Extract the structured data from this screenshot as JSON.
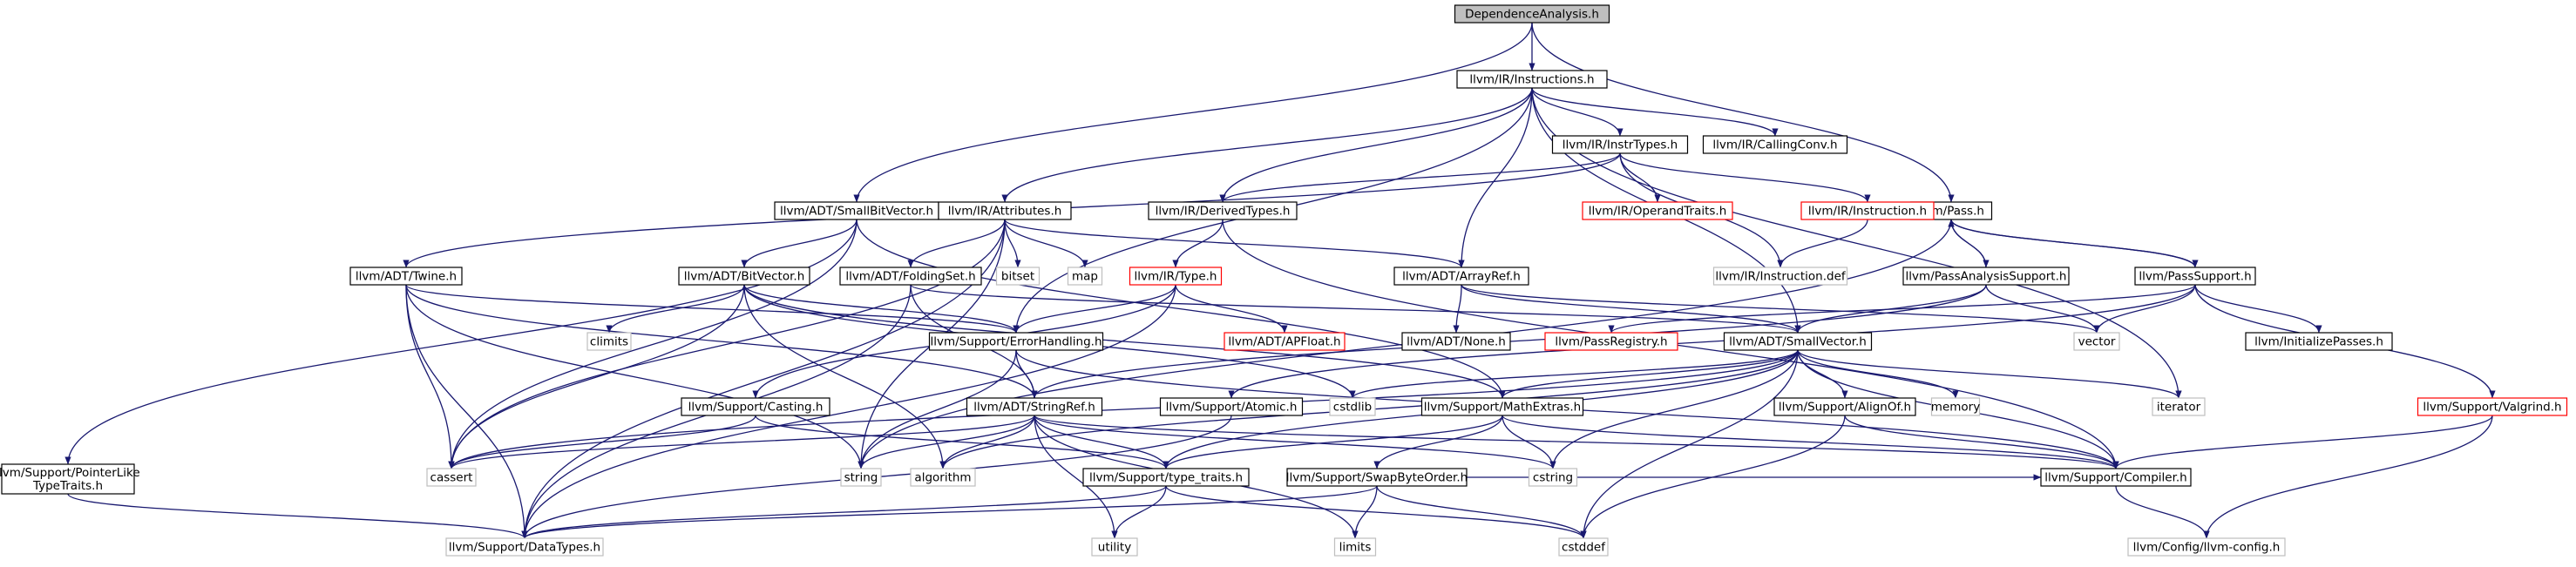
{
  "colors": {
    "edge": "#191970",
    "border_normal": "#000000",
    "border_system": "#bfbfbf",
    "border_truncated": "#ff0000",
    "fill_root": "#bfbfbf",
    "fill_default": "#ffffff",
    "text": "#000000",
    "text_system": "#7f7f7f"
  },
  "nodes": [
    {
      "id": "dep",
      "label": "DependenceAnalysis.h",
      "style": "root"
    },
    {
      "id": "instructions",
      "label": "llvm/IR/Instructions.h",
      "style": "normal"
    },
    {
      "id": "smallbitvector",
      "label": "llvm/ADT/SmallBitVector.h",
      "style": "normal"
    },
    {
      "id": "pass",
      "label": "llvm/Pass.h",
      "style": "normal"
    },
    {
      "id": "instrtypes",
      "label": "llvm/IR/InstrTypes.h",
      "style": "normal"
    },
    {
      "id": "callingconv",
      "label": "llvm/IR/CallingConv.h",
      "style": "normal"
    },
    {
      "id": "attributes",
      "label": "llvm/IR/Attributes.h",
      "style": "normal"
    },
    {
      "id": "derivedtypes",
      "label": "llvm/IR/DerivedTypes.h",
      "style": "normal"
    },
    {
      "id": "operandtraits",
      "label": "llvm/IR/OperandTraits.h",
      "style": "truncated"
    },
    {
      "id": "instruction",
      "label": "llvm/IR/Instruction.h",
      "style": "truncated"
    },
    {
      "id": "twine",
      "label": "llvm/ADT/Twine.h",
      "style": "normal"
    },
    {
      "id": "bitvector",
      "label": "llvm/ADT/BitVector.h",
      "style": "normal"
    },
    {
      "id": "foldingset",
      "label": "llvm/ADT/FoldingSet.h",
      "style": "normal"
    },
    {
      "id": "bitset",
      "label": "bitset",
      "style": "system"
    },
    {
      "id": "map",
      "label": "map",
      "style": "system"
    },
    {
      "id": "type",
      "label": "llvm/IR/Type.h",
      "style": "truncated"
    },
    {
      "id": "arrayref",
      "label": "llvm/ADT/ArrayRef.h",
      "style": "normal"
    },
    {
      "id": "instructiondef",
      "label": "llvm/IR/Instruction.def",
      "style": "system"
    },
    {
      "id": "passanalysis",
      "label": "llvm/PassAnalysisSupport.h",
      "style": "normal"
    },
    {
      "id": "passsupport",
      "label": "llvm/PassSupport.h",
      "style": "normal"
    },
    {
      "id": "climits",
      "label": "climits",
      "style": "system"
    },
    {
      "id": "errorhandling",
      "label": "llvm/Support/ErrorHandling.h",
      "style": "normal"
    },
    {
      "id": "apfloat",
      "label": "llvm/ADT/APFloat.h",
      "style": "truncated"
    },
    {
      "id": "none",
      "label": "llvm/ADT/None.h",
      "style": "normal"
    },
    {
      "id": "passregistry",
      "label": "llvm/PassRegistry.h",
      "style": "truncated"
    },
    {
      "id": "smallvector",
      "label": "llvm/ADT/SmallVector.h",
      "style": "normal"
    },
    {
      "id": "vector",
      "label": "vector",
      "style": "system"
    },
    {
      "id": "initializepasses",
      "label": "llvm/InitializePasses.h",
      "style": "normal"
    },
    {
      "id": "casting",
      "label": "llvm/Support/Casting.h",
      "style": "normal"
    },
    {
      "id": "stringref",
      "label": "llvm/ADT/StringRef.h",
      "style": "normal"
    },
    {
      "id": "atomic",
      "label": "llvm/Support/Atomic.h",
      "style": "normal"
    },
    {
      "id": "cstdlib",
      "label": "cstdlib",
      "style": "system"
    },
    {
      "id": "mathextras",
      "label": "llvm/Support/MathExtras.h",
      "style": "normal"
    },
    {
      "id": "alignof",
      "label": "llvm/Support/AlignOf.h",
      "style": "normal"
    },
    {
      "id": "memory",
      "label": "memory",
      "style": "system"
    },
    {
      "id": "iterator",
      "label": "iterator",
      "style": "system"
    },
    {
      "id": "valgrind",
      "label": "llvm/Support/Valgrind.h",
      "style": "truncated"
    },
    {
      "id": "pointerlike",
      "label": "llvm/Support/PointerLike\nTypeTraits.h",
      "style": "normal"
    },
    {
      "id": "cassert",
      "label": "cassert",
      "style": "system"
    },
    {
      "id": "string",
      "label": "string",
      "style": "system"
    },
    {
      "id": "algorithm",
      "label": "algorithm",
      "style": "system"
    },
    {
      "id": "typetraits",
      "label": "llvm/Support/type_traits.h",
      "style": "normal"
    },
    {
      "id": "cstring",
      "label": "cstring",
      "style": "system"
    },
    {
      "id": "swapbyteorder",
      "label": "llvm/Support/SwapByteOrder.h",
      "style": "normal"
    },
    {
      "id": "compiler",
      "label": "llvm/Support/Compiler.h",
      "style": "normal"
    },
    {
      "id": "datatypes",
      "label": "llvm/Support/DataTypes.h",
      "style": "system"
    },
    {
      "id": "utility",
      "label": "utility",
      "style": "system"
    },
    {
      "id": "limits",
      "label": "limits",
      "style": "system"
    },
    {
      "id": "cstddef",
      "label": "cstddef",
      "style": "system"
    },
    {
      "id": "llvmconfig",
      "label": "llvm/Config/llvm-config.h",
      "style": "system"
    }
  ],
  "edges": [
    [
      "dep",
      "instructions"
    ],
    [
      "dep",
      "smallbitvector"
    ],
    [
      "dep",
      "pass"
    ],
    [
      "instructions",
      "instrtypes"
    ],
    [
      "instructions",
      "callingconv"
    ],
    [
      "instructions",
      "attributes"
    ],
    [
      "instructions",
      "derivedtypes"
    ],
    [
      "instructions",
      "arrayref"
    ],
    [
      "instructions",
      "errorhandling"
    ],
    [
      "instructions",
      "smallvector"
    ],
    [
      "instructions",
      "iterator"
    ],
    [
      "smallbitvector",
      "bitvector"
    ],
    [
      "smallbitvector",
      "cassert"
    ],
    [
      "smallbitvector",
      "pointerlike"
    ],
    [
      "smallbitvector",
      "mathextras"
    ],
    [
      "pass",
      "passanalysis"
    ],
    [
      "pass",
      "passsupport"
    ],
    [
      "pass",
      "string"
    ],
    [
      "instrtypes",
      "twine"
    ],
    [
      "instrtypes",
      "derivedtypes"
    ],
    [
      "instrtypes",
      "operandtraits"
    ],
    [
      "instrtypes",
      "instruction"
    ],
    [
      "instrtypes",
      "instructiondef"
    ],
    [
      "attributes",
      "foldingset"
    ],
    [
      "attributes",
      "bitset"
    ],
    [
      "attributes",
      "map"
    ],
    [
      "attributes",
      "arrayref"
    ],
    [
      "attributes",
      "cassert"
    ],
    [
      "attributes",
      "string"
    ],
    [
      "attributes",
      "datatypes"
    ],
    [
      "derivedtypes",
      "type"
    ],
    [
      "derivedtypes",
      "compiler"
    ],
    [
      "instruction",
      "instructiondef"
    ],
    [
      "twine",
      "stringref"
    ],
    [
      "twine",
      "errorhandling"
    ],
    [
      "twine",
      "cassert"
    ],
    [
      "twine",
      "string"
    ],
    [
      "twine",
      "datatypes"
    ],
    [
      "bitvector",
      "climits"
    ],
    [
      "bitvector",
      "errorhandling"
    ],
    [
      "bitvector",
      "mathextras"
    ],
    [
      "bitvector",
      "algorithm"
    ],
    [
      "bitvector",
      "cassert"
    ],
    [
      "bitvector",
      "cstdlib"
    ],
    [
      "foldingset",
      "smallvector"
    ],
    [
      "foldingset",
      "stringref"
    ],
    [
      "foldingset",
      "datatypes"
    ],
    [
      "type",
      "apfloat"
    ],
    [
      "type",
      "errorhandling"
    ],
    [
      "type",
      "casting"
    ],
    [
      "type",
      "datatypes"
    ],
    [
      "arrayref",
      "none"
    ],
    [
      "arrayref",
      "smallvector"
    ],
    [
      "arrayref",
      "vector"
    ],
    [
      "passanalysis",
      "pass"
    ],
    [
      "passanalysis",
      "smallvector"
    ],
    [
      "passanalysis",
      "vector"
    ],
    [
      "passanalysis",
      "stringref"
    ],
    [
      "passsupport",
      "pass"
    ],
    [
      "passsupport",
      "passregistry"
    ],
    [
      "passsupport",
      "initializepasses"
    ],
    [
      "passsupport",
      "valgrind"
    ],
    [
      "passsupport",
      "atomic"
    ],
    [
      "passsupport",
      "vector"
    ],
    [
      "errorhandling",
      "stringref"
    ],
    [
      "errorhandling",
      "compiler"
    ],
    [
      "errorhandling",
      "string"
    ],
    [
      "smallvector",
      "alignof"
    ],
    [
      "smallvector",
      "compiler"
    ],
    [
      "smallvector",
      "mathextras"
    ],
    [
      "smallvector",
      "typetraits"
    ],
    [
      "smallvector",
      "algorithm"
    ],
    [
      "smallvector",
      "cassert"
    ],
    [
      "smallvector",
      "cstddef"
    ],
    [
      "smallvector",
      "cstdlib"
    ],
    [
      "smallvector",
      "cstring"
    ],
    [
      "smallvector",
      "iterator"
    ],
    [
      "smallvector",
      "memory"
    ],
    [
      "casting",
      "typetraits"
    ],
    [
      "casting",
      "cassert"
    ],
    [
      "stringref",
      "compiler"
    ],
    [
      "stringref",
      "typetraits"
    ],
    [
      "stringref",
      "algorithm"
    ],
    [
      "stringref",
      "cassert"
    ],
    [
      "stringref",
      "cstring"
    ],
    [
      "stringref",
      "limits"
    ],
    [
      "stringref",
      "string"
    ],
    [
      "stringref",
      "utility"
    ],
    [
      "atomic",
      "datatypes"
    ],
    [
      "mathextras",
      "compiler"
    ],
    [
      "mathextras",
      "swapbyteorder"
    ],
    [
      "mathextras",
      "typetraits"
    ],
    [
      "mathextras",
      "cstring"
    ],
    [
      "alignof",
      "compiler"
    ],
    [
      "alignof",
      "cstddef"
    ],
    [
      "valgrind",
      "compiler"
    ],
    [
      "valgrind",
      "llvmconfig"
    ],
    [
      "pointerlike",
      "datatypes"
    ],
    [
      "typetraits",
      "datatypes"
    ],
    [
      "typetraits",
      "utility"
    ],
    [
      "typetraits",
      "cstddef"
    ],
    [
      "swapbyteorder",
      "compiler"
    ],
    [
      "swapbyteorder",
      "datatypes"
    ],
    [
      "swapbyteorder",
      "cstddef"
    ],
    [
      "swapbyteorder",
      "limits"
    ],
    [
      "compiler",
      "llvmconfig"
    ]
  ]
}
